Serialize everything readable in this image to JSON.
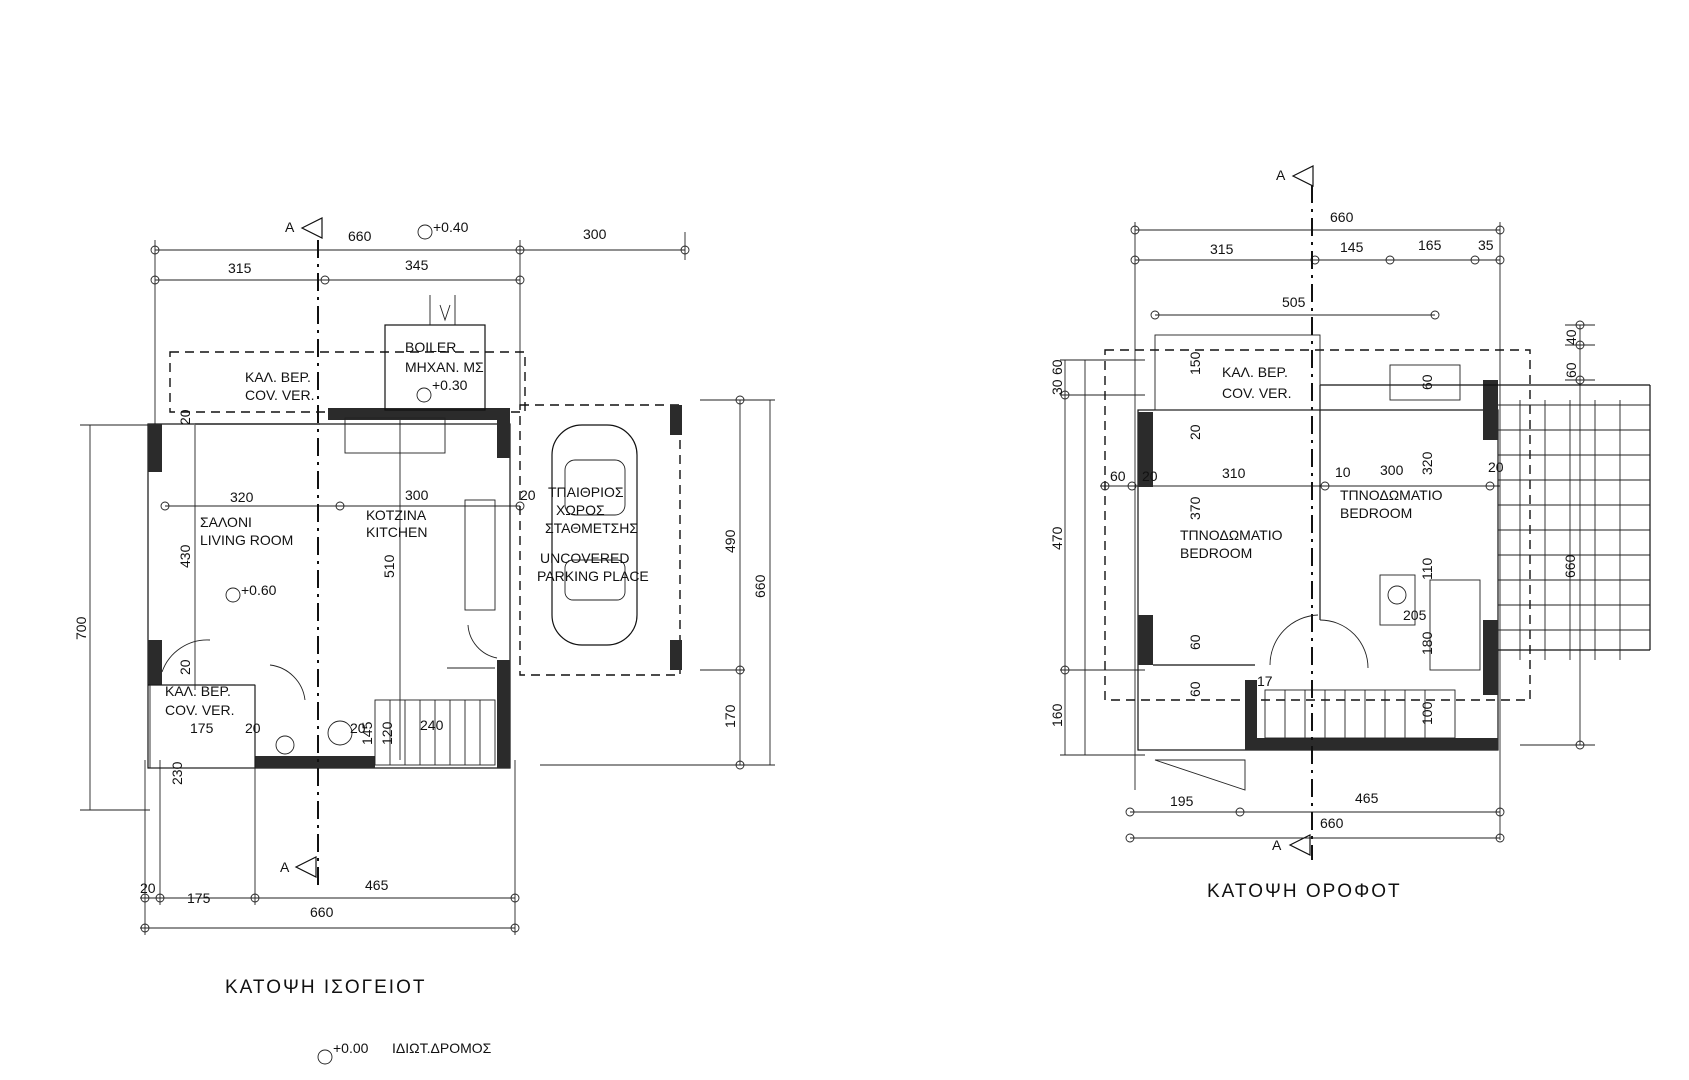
{
  "ground_floor": {
    "title": "ΚΑΤΟΨΗ ΙΣΟΓΕΙΟΤ",
    "section_marker": "A",
    "rooms": {
      "living_gr": "ΣΑΛΟΝΙ",
      "living_en": "LIVING ROOM",
      "kitchen_gr": "ΚΟΤΖΙΝΑ",
      "kitchen_en": "KITCHEN",
      "parking_gr1": "ΤΠΑΙΘΡΙΟΣ",
      "parking_gr2": "ΧΩΡΟΣ",
      "parking_gr3": "ΣΤΑΘΜΕΤΣΗΣ",
      "parking_en1": "UNCOVERED",
      "parking_en2": "PARKING PLACE",
      "boiler1": "BOILER",
      "boiler2": "ΜΗΧΑΝ. ΜΣ",
      "veranda_gr": "ΚΑΛ. ΒΕΡ.",
      "veranda_en": "COV. VER.",
      "veranda2_gr": "ΚΑΛ. ΒΕΡ.",
      "veranda2_en": "COV. VER."
    },
    "levels": {
      "top": "+0.40",
      "boiler": "+0.30",
      "living": "+0.60",
      "road": "+0.00",
      "road_label": "ΙΔΙΩΤ.ΔΡΟΜΟΣ"
    },
    "dims": {
      "top_total": "660",
      "top_right": "300",
      "top_a": "315",
      "top_b": "345",
      "left_total": "700",
      "right_a": "490",
      "right_b": "170",
      "right_total": "660",
      "bot_a": "20",
      "bot_b": "175",
      "bot_c": "465",
      "bot_total": "660",
      "living_w": "320",
      "kitchen_w": "300",
      "living_h": "430",
      "kitchen_h": "510",
      "park_gap": "20",
      "stair": "240",
      "small_1": "20",
      "small_2": "20",
      "wc_w": "175",
      "wc_h": "230",
      "v_20": "20",
      "v_145": "145",
      "v_120": "120"
    }
  },
  "upper_floor": {
    "title": "ΚΑΤΟΨΗ ΟΡΟΦΟΤ",
    "section_marker": "A",
    "rooms": {
      "bed1_gr": "ΤΠΝΟΔΩΜΑΤΙΟ",
      "bed1_en": "BEDROOM",
      "bed2_gr": "ΤΠΝΟΔΩΜΑΤΙΟ",
      "bed2_en": "BEDROOM",
      "veranda_gr": "ΚΑΛ. ΒΕΡ.",
      "veranda_en": "COV. VER."
    },
    "dims": {
      "top_total": "660",
      "top_a": "315",
      "top_b": "145",
      "top_c": "165",
      "top_d": "35",
      "top_inner": "505",
      "left_a": "30",
      "left_b": "60",
      "left_c": "470",
      "left_d": "160",
      "right_a": "60",
      "right_b": "40",
      "right_c": "660",
      "bed1_w": "310",
      "bed2_w": "300",
      "gap_a": "60",
      "gap_b": "20",
      "gap_c": "10",
      "bed1_h": "370",
      "bed2_h": "320",
      "v_150": "150",
      "v_20": "20",
      "v_60a": "60",
      "v_60b": "60",
      "v_60c": "60",
      "bath_a": "110",
      "bath_b": "205",
      "bath_c": "180",
      "stair": "100",
      "v_17": "17",
      "v_20b": "20",
      "bot_a": "195",
      "bot_b": "465",
      "bot_total": "660"
    }
  }
}
